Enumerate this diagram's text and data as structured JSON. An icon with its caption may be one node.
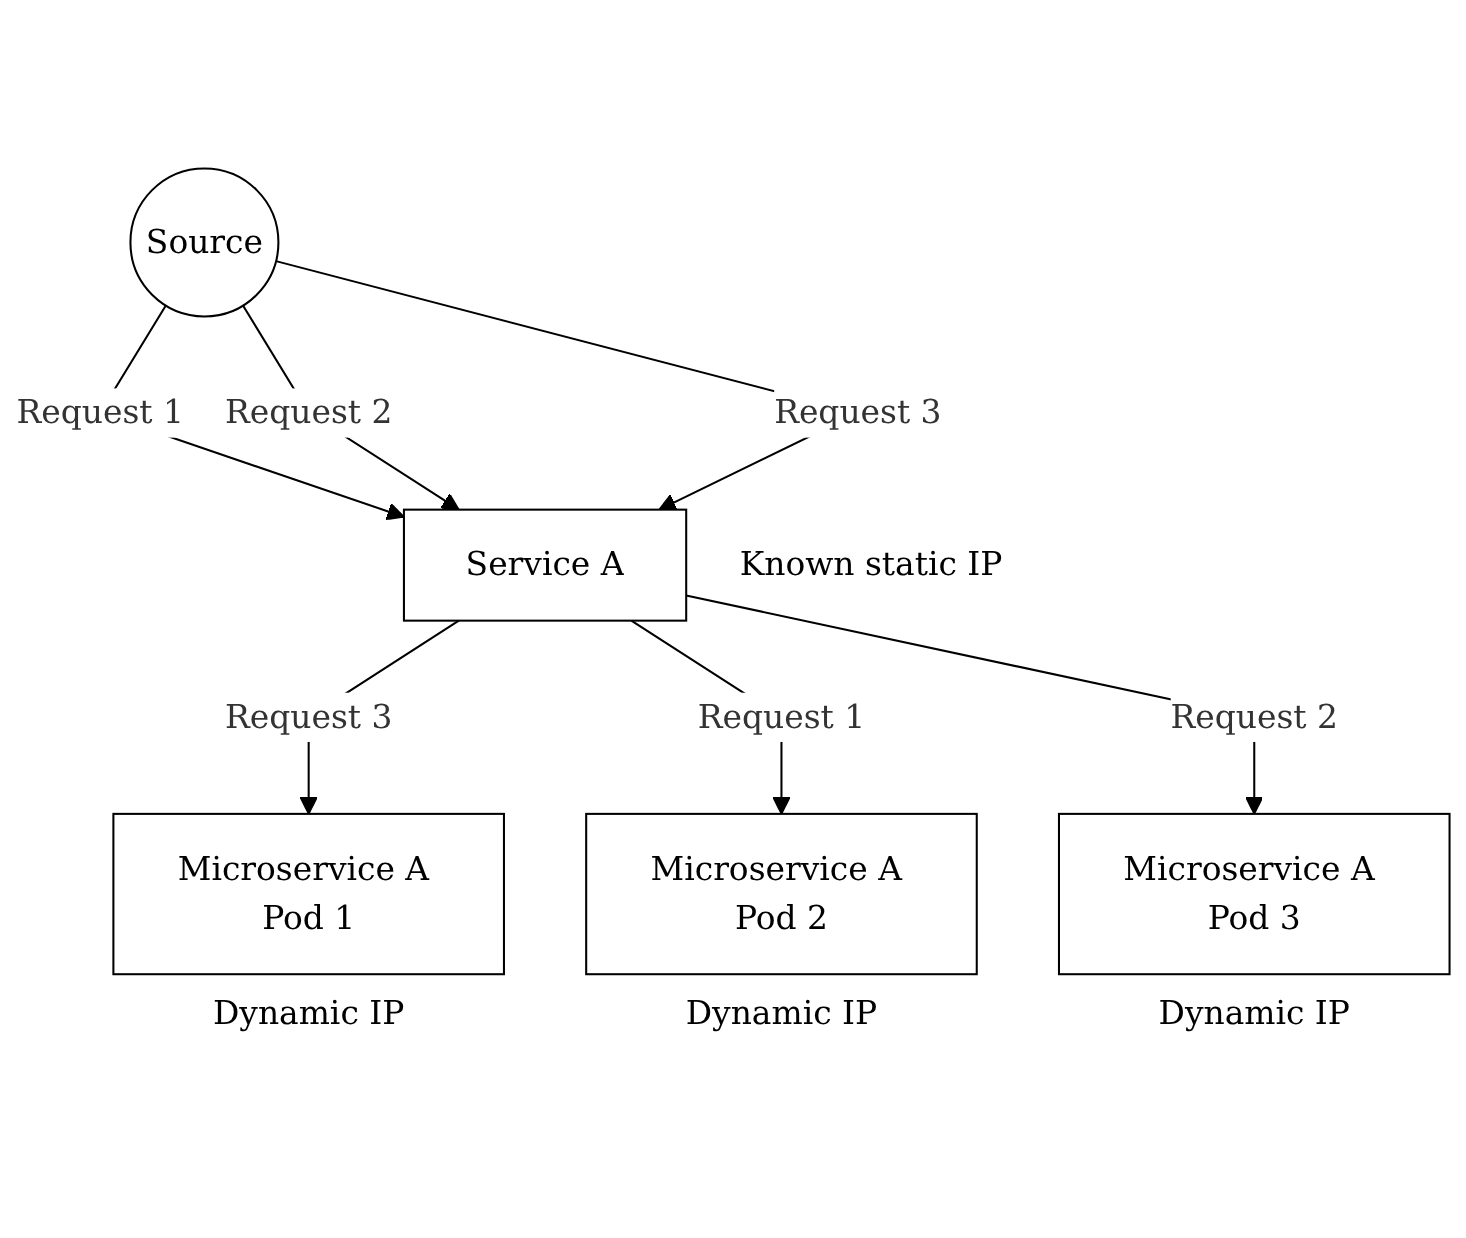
{
  "diagram": {
    "nodes": [
      {
        "text": [
          "Source"
        ]
      },
      {
        "text": [
          "Service A"
        ],
        "beside": [
          "Known static IP"
        ]
      },
      {
        "text": [
          "Microservice A Pod 1"
        ],
        "beside": [
          "Dynamic IP"
        ]
      },
      {
        "text": [
          "Microservice A Pod 2"
        ],
        "beside": [
          "Dynamic IP"
        ]
      },
      {
        "text": [
          "Microservice A Pod 3"
        ],
        "beside": [
          "Dynamic IP"
        ]
      }
    ],
    "edges": [
      {
        "from": 0,
        "to": 1,
        "arrow": "to",
        "label": "Request 1"
      },
      {
        "from": 0,
        "to": 1,
        "arrow": "to",
        "label": "Request 2"
      },
      {
        "from": 0,
        "to": 1,
        "arrow": "to",
        "label": "Request 3"
      },
      {
        "from": 1,
        "to": 2,
        "arrow": "to",
        "label": "Request 3"
      },
      {
        "from": 1,
        "to": 3,
        "arrow": "to",
        "label": "Request 1"
      },
      {
        "from": 1,
        "to": 4,
        "arrow": "to",
        "label": "Request 2"
      }
    ]
  }
}
